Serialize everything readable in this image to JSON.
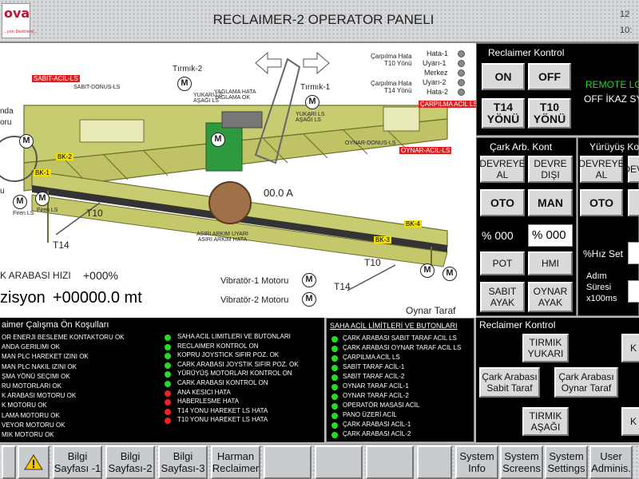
{
  "header": {
    "logo_text": "ova",
    "logo_sub": "...yon Destilere...",
    "title": "RECLAIMER-2 OPERATOR PANELI",
    "clock_line1": "12",
    "clock_line2": "10:"
  },
  "scene": {
    "labels": {
      "tirmik2": "Tırmık-2",
      "tirmik1": "Tırmık-1",
      "sabit_acil": "SABIT-ACIL-LS",
      "sabit_donus": "SABIT-DONUS-LS",
      "yaglama": "YAGLAMA HATA\nYAGLAMA OK",
      "yukari1": "YUKARI LS\nAŞAĞI LS",
      "yukari2": "YUKARI LS\nAŞAĞI LS",
      "carpilma1": "Çarpılma Hata\nT10 Yönü",
      "carpilma2": "Çarpılma Hata\nT14 Yönü",
      "carpilma_acil": "ÇARPILMA ACIL LS",
      "oynar_donus": "OYNAR-DONUS-LS",
      "oynar_acil": "OYNAR-ACIL-LS",
      "bk2": "BK-2",
      "bk1": "BK-1",
      "bk3": "BK-3",
      "bk4": "BK-4",
      "firen1": "Firen LS",
      "firen2": "Firen LS",
      "t10a": "T10",
      "t14a": "T14",
      "t10b": "T10",
      "t14b": "T14",
      "amp": "00.0",
      "amp_unit": "A",
      "asiri": "ASIRI ARKIM UYARI\nASIRI ARKIM HATA",
      "oynar_taraf": "Oynar Taraf",
      "anda": "nda",
      "oru": "oru",
      "tu": "u",
      "hiz_label": "K ARABASI HIZI",
      "hiz_val": "+000",
      "hiz_unit": "%",
      "pozisyon_label": "zisyon",
      "pozisyon_val": "+00000.0 mt",
      "vib1": "Vibratör-1 Motoru",
      "vib2": "Vibratör-2 Motoru",
      "motor": "M"
    },
    "alarms": [
      "Hata-1",
      "Uyarı-1",
      "Merkez",
      "Uyarı-2",
      "Hata-2"
    ]
  },
  "reclaimer_kontrol": {
    "title": "Reclaimer Kontrol",
    "on": "ON",
    "off": "OFF",
    "t14": "T14\nYÖNÜ",
    "t10": "T10\nYÖNÜ",
    "remote": "REMOTE LO",
    "off_ikaz": "OFF İKAZ SY"
  },
  "cark_arb": {
    "title": "Çark Arb. Kont",
    "devreye": "DEVREYE\nAL",
    "devre_disi": "DEVRE\nDIŞI",
    "oto": "OTO",
    "man": "MAN",
    "pct_left": "% 000",
    "pct_right": "% 000",
    "pot": "POT",
    "hmi": "HMI",
    "sabit": "SABIT\nAYAK",
    "oynar": "OYNAR\nAYAK"
  },
  "yuruyus": {
    "title": "Yürüyüş Ko",
    "devreye": "DEVREYE\nAL",
    "devre": "DEVRE",
    "oto": "OTO",
    "hiz_set": "%Hız Set",
    "adim": "Adım\nSüresi\nx100ms"
  },
  "conditions": {
    "title": "aimer Çalışma Ön Koşulları",
    "left": [
      "OR ENERJI BESLEME KONTAKTORU OK",
      "ANDA GERILIMI OK",
      "MAN PLC HAREKET IZINI OK",
      "MAN PLC NAKIL IZINI OK",
      "ŞMA YÖNÜ SEÇIMI OK",
      "RU MOTORLARI OK",
      "K ARABASI MOTORU OK",
      "K MOTORU OK",
      "LAMA MOTORU OK",
      "VEYOR MOTORU OK",
      "MIK MOTORU OK"
    ],
    "right": [
      {
        "text": "SAHA ACIL LIMITLERI VE BUTONLARI",
        "color": "#22dd22"
      },
      {
        "text": "RECLAIMER KONTROL ON",
        "color": "#22dd22"
      },
      {
        "text": "KOPRU JOYSTICK SIFIR POZ. OK",
        "color": "#22dd22"
      },
      {
        "text": "CARK ARABASI JOYSTIK SIFIR POZ. OK",
        "color": "#22dd22"
      },
      {
        "text": "YÜRÜYÜŞ MOTORLARI KONTROL ON",
        "color": "#22dd22"
      },
      {
        "text": "CARK ARABASI KONTROL ON",
        "color": "#22dd22"
      },
      {
        "text": "ANA KESICI HATA",
        "color": "#ee2222"
      },
      {
        "text": "HABERLESME HATA",
        "color": "#ee2222"
      },
      {
        "text": "T14 YONU HAREKET LS HATA",
        "color": "#ee2222"
      },
      {
        "text": "T10 YONU HAREKET LS HATA",
        "color": "#ee2222"
      }
    ]
  },
  "saha": {
    "title": "SAHA ACİL LİMİTLERİ VE BUTONLARI",
    "items": [
      "ÇARK ARABASI SABIT TARAF ACIL LS",
      "ÇARK ARABASI OYNAR TARAF ACIL LS",
      "ÇARPILMA ACİL LS",
      "SABİT TARAF ACİL-1",
      "SABİT TARAF ACİL-2",
      "OYNAR TARAF ACİL-1",
      "OYNAR TARAF ACİL-2",
      "OPERATÖR MASASI ACİL",
      "PANO ÜZERİ ACİL",
      "ÇARK ARABASI ACİL-1",
      "ÇARK ARABASI ACİL-2"
    ]
  },
  "rk2": {
    "title": "Reclaimer Kontrol",
    "tirmik_yukari": "TIRMIK\nYUKARI",
    "cark_sabit": "Çark Arabası\nSabit Taraf",
    "cark_oynar": "Çark Arabası\nOynar Taraf",
    "tirmik_asagi": "TIRMIK\nAŞAĞI",
    "k1": "K",
    "k2": "K"
  },
  "footer": {
    "bilgi1": "Bilgi\nSayfası -1",
    "bilgi2": "Bilgi\nSayfası-2",
    "bilgi3": "Bilgi\nSayfası-3",
    "harman": "Harman\nReclaimer",
    "sys_info": "System\nInfo",
    "sys_screens": "System\nScreens",
    "sys_settings": "System\nSettings",
    "user_admin": "User\nAdminis."
  },
  "colors": {
    "green": "#22dd22",
    "red": "#ee2222",
    "frame": "#b9bd57"
  }
}
